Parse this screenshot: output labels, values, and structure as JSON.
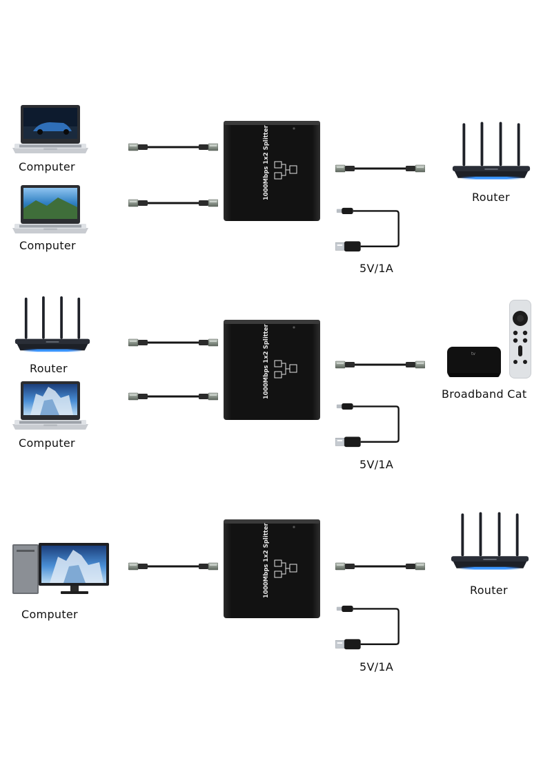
{
  "colors": {
    "splitter_body": "#141414",
    "cable": "#1a1a1a",
    "connector_metal": "#9aa39a",
    "router_body": "#1d2027",
    "router_glow": "#1e7bff",
    "screen_sky": "#4a8fd6"
  },
  "splitter": {
    "print_text": "1000Mbps 1x2 Splitter"
  },
  "sections": [
    {
      "left_devices": [
        {
          "icon": "laptop-icon",
          "label": "Computer"
        },
        {
          "icon": "laptop-icon",
          "label": "Computer"
        }
      ],
      "right_device": {
        "icon": "router-icon",
        "label": "Router"
      },
      "power_label": "5V/1A"
    },
    {
      "left_devices": [
        {
          "icon": "router-icon",
          "label": "Router"
        },
        {
          "icon": "laptop-icon",
          "label": "Computer"
        }
      ],
      "right_device": {
        "icon": "set-top-box-icon",
        "label": "Broadband Cat"
      },
      "power_label": "5V/1A"
    },
    {
      "left_devices": [
        {
          "icon": "desktop-pc-icon",
          "label": "Computer"
        }
      ],
      "right_device": {
        "icon": "router-icon",
        "label": "Router"
      },
      "power_label": "5V/1A"
    }
  ]
}
